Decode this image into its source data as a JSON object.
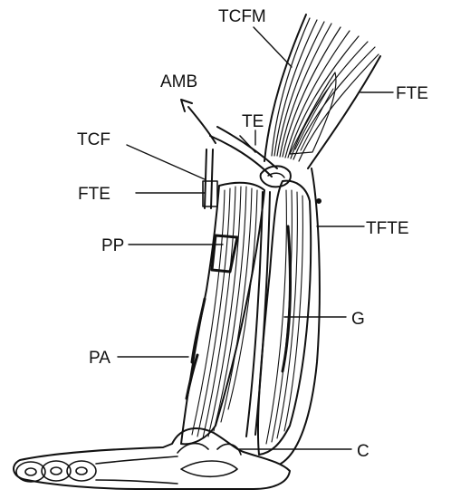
{
  "labels": {
    "tcfm": "TCFM",
    "fte_right": "FTE",
    "amb": "AMB",
    "te": "TE",
    "tcf": "TCF",
    "fte_left": "FTE",
    "tfte": "TFTE",
    "pp": "PP",
    "g": "G",
    "pa": "PA",
    "c": "C"
  },
  "colors": {
    "ink": "#111111",
    "paper": "#ffffff"
  }
}
